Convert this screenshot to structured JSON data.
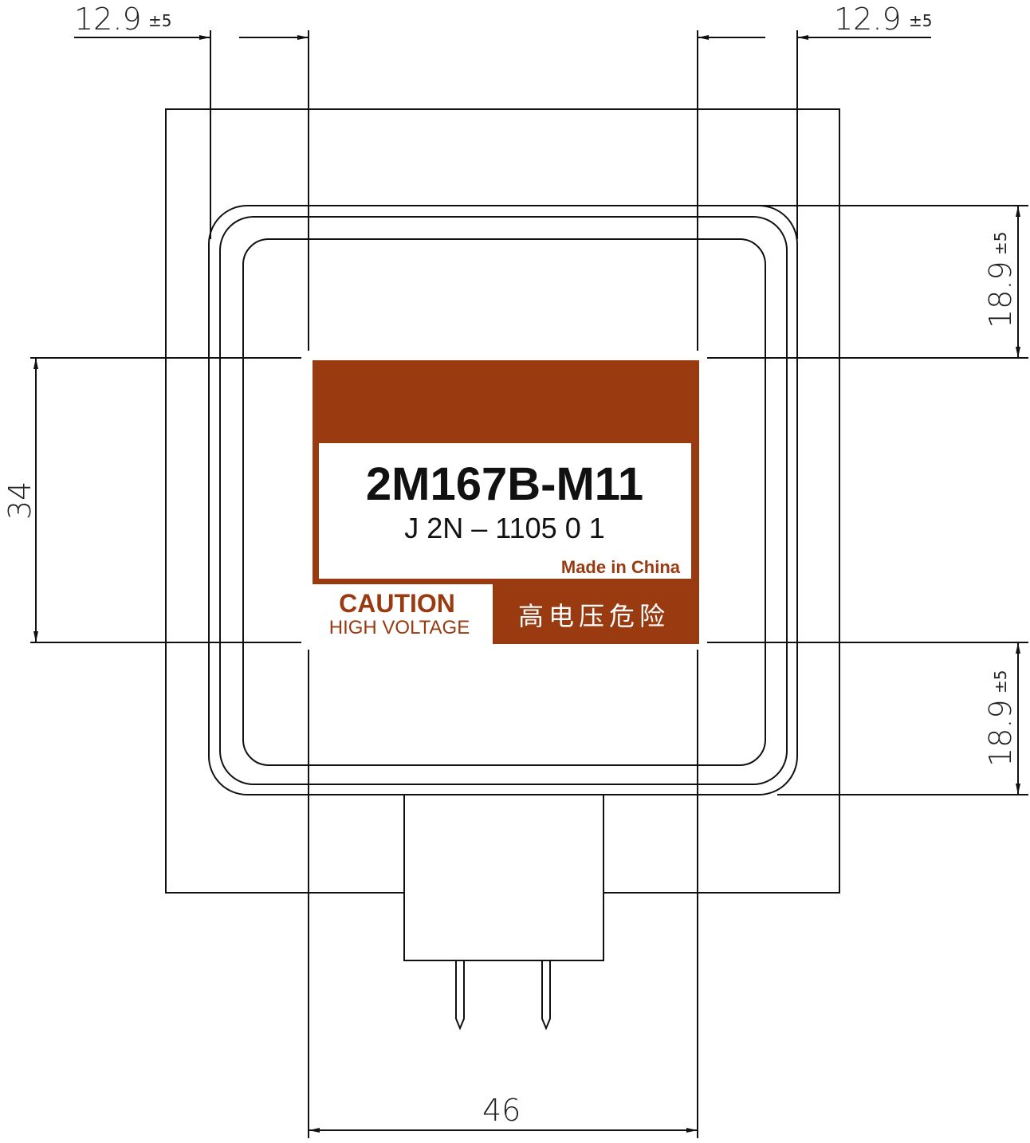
{
  "colors": {
    "label_brown": "#9a3a10",
    "line": "#111111"
  },
  "dimensions": {
    "top_left": {
      "value": "12.9",
      "tolerance": "±5"
    },
    "top_right": {
      "value": "12.9",
      "tolerance": "±5"
    },
    "right_upper": {
      "value": "18.9",
      "tolerance": "±5"
    },
    "right_lower": {
      "value": "18.9",
      "tolerance": "±5"
    },
    "left_height": {
      "value": "34"
    },
    "bottom_width": {
      "value": "46"
    }
  },
  "label": {
    "model": "2M167B-M11",
    "code": "J 2N – 1105 0  1",
    "origin": "Made in China",
    "caution": "CAUTION",
    "caution_sub": "HIGH VOLTAGE",
    "chinese_warning": "高电压危险"
  }
}
